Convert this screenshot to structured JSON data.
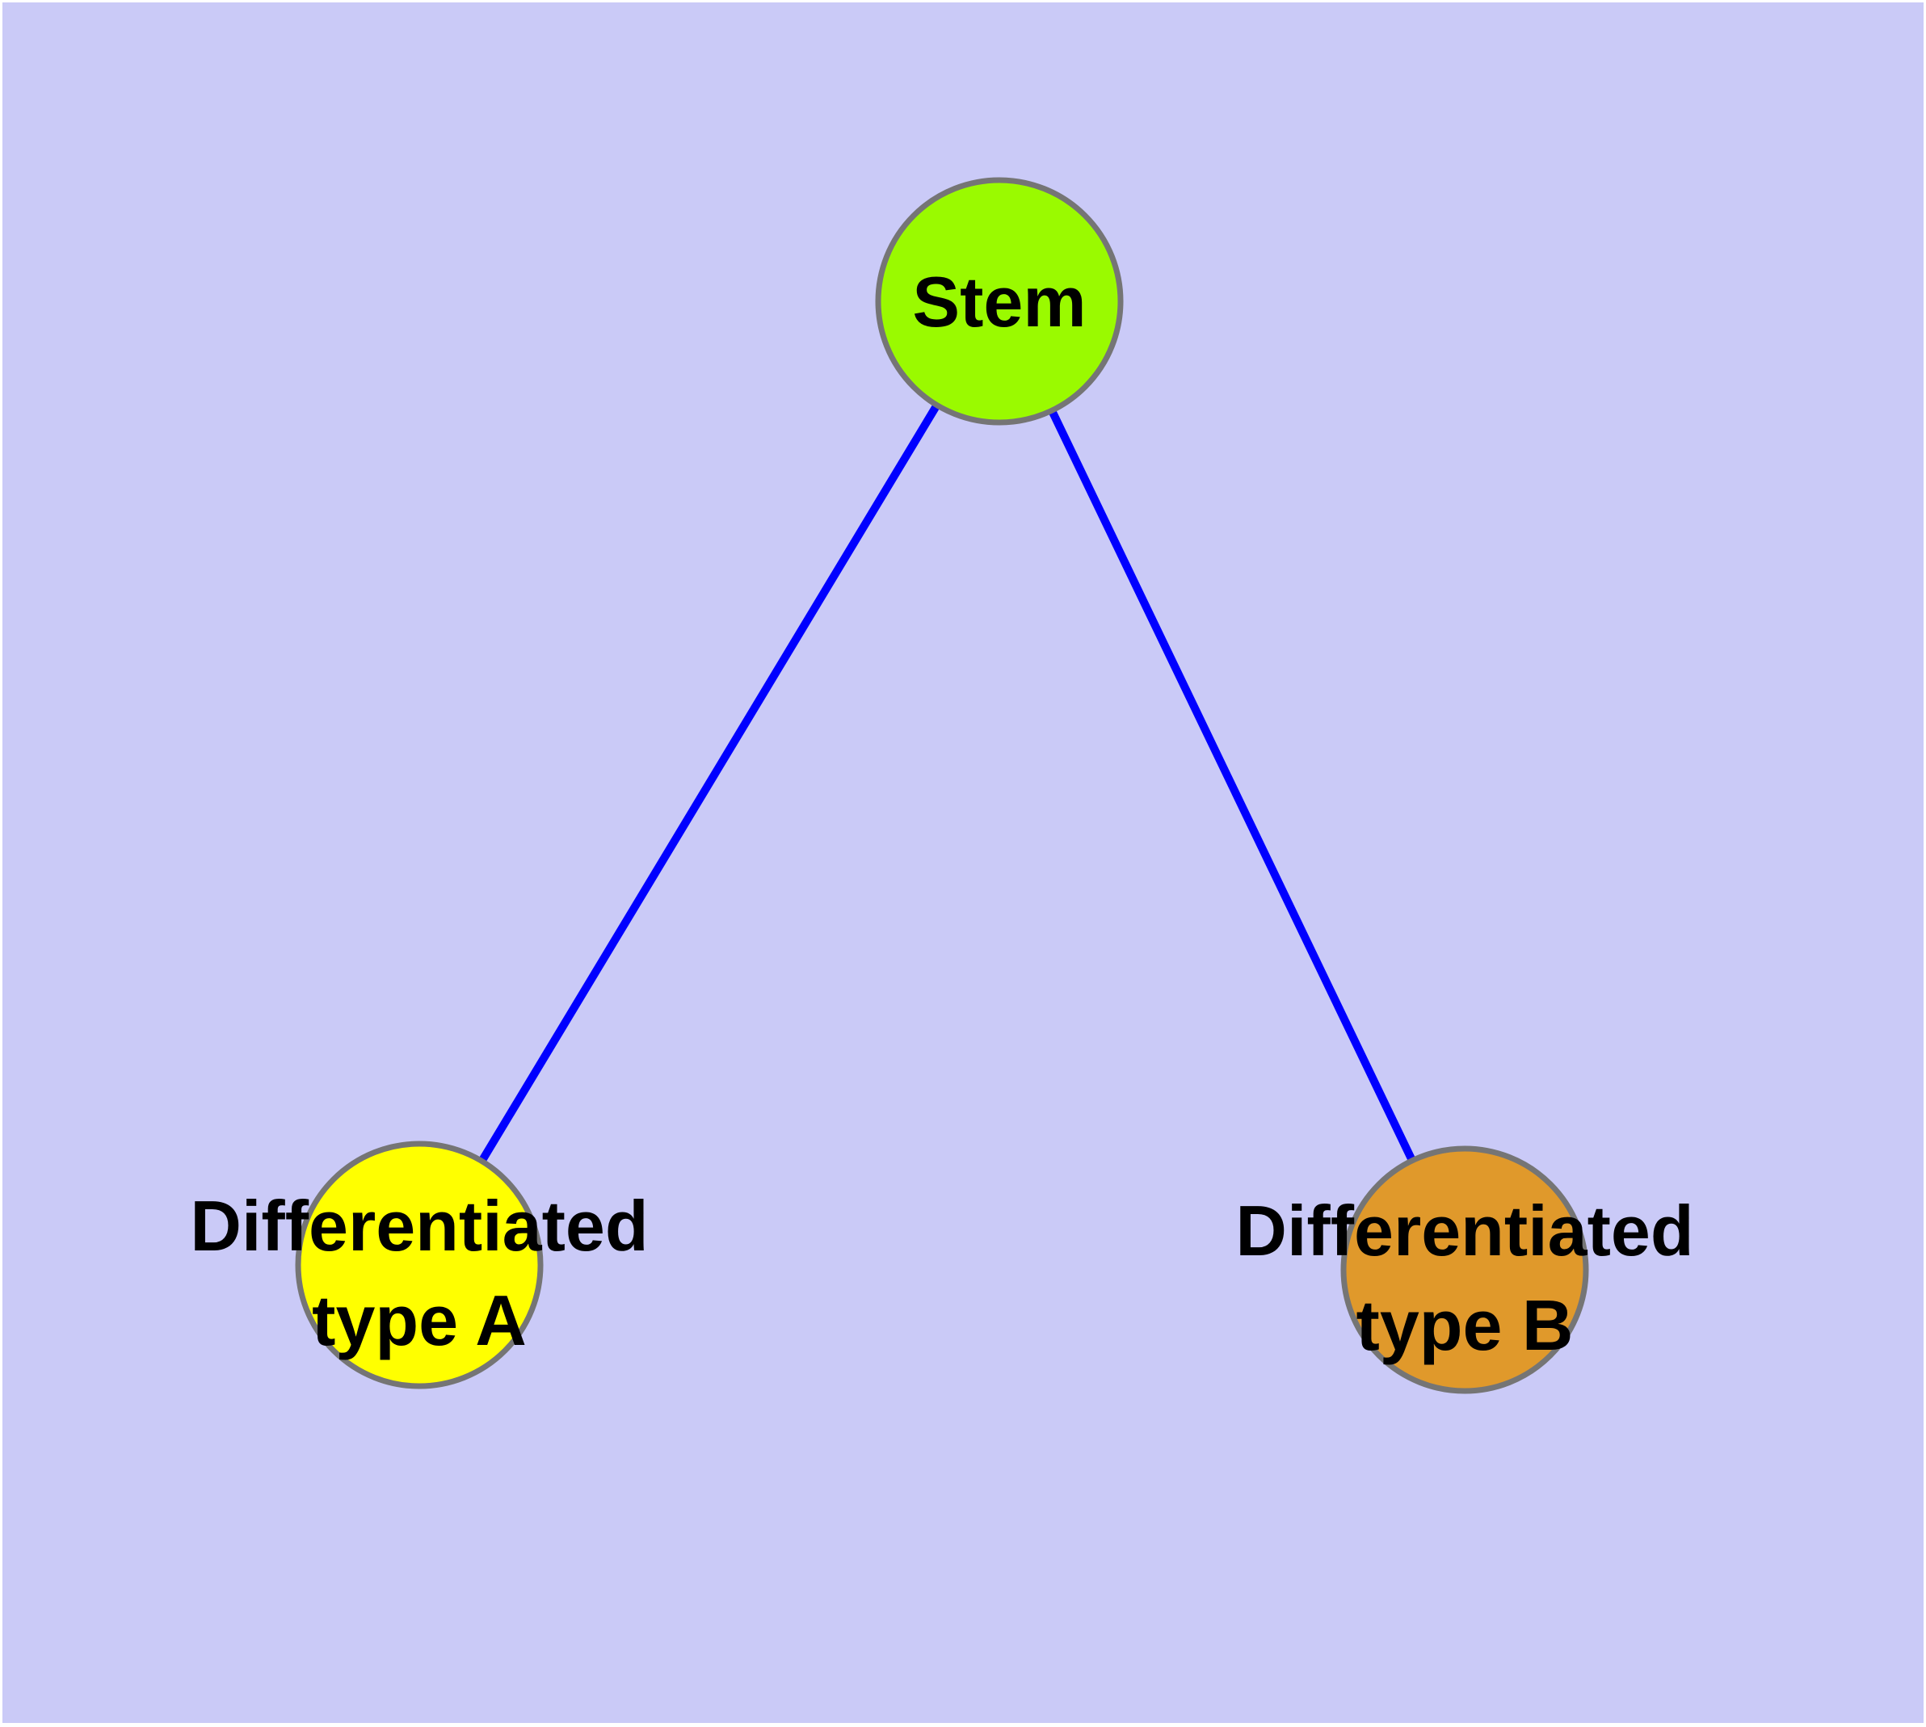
{
  "diagram": {
    "type": "node-link-graph",
    "description": "Stem cell differentiation graph with one root node and two child nodes",
    "background_color": "#CACAF7",
    "frame_color": "#FFFFFF",
    "edge_color": "#0000FF",
    "node_border_color": "#757575",
    "label_color": "#000000",
    "nodes": [
      {
        "id": "stem",
        "label": "Stem",
        "fill": "#9AFA00"
      },
      {
        "id": "type-a",
        "label_line1": "Differentiated",
        "label_line2": "type A",
        "fill": "#FFFF00"
      },
      {
        "id": "type-b",
        "label_line1": "Differentiated",
        "label_line2": "type B",
        "fill": "#E0992B"
      }
    ],
    "edges": [
      {
        "from": "Stem",
        "to": "Differentiated type A"
      },
      {
        "from": "Stem",
        "to": "Differentiated type B"
      }
    ]
  }
}
